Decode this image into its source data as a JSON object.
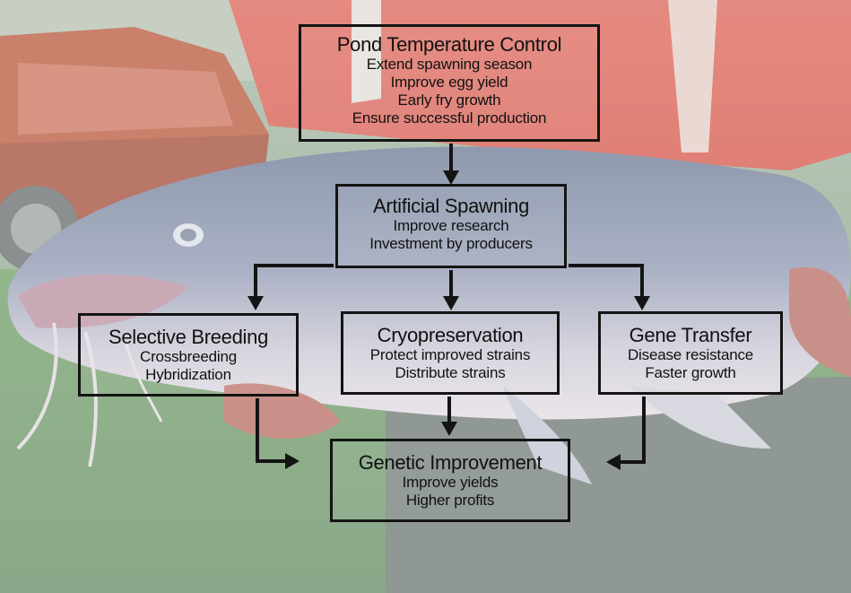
{
  "colors": {
    "line": "#141414"
  },
  "nodes": {
    "pond": {
      "title": "Pond Temperature Control",
      "lines": [
        "Extend spawning season",
        "Improve egg yield",
        "Early fry growth",
        "Ensure successful production"
      ]
    },
    "spawning": {
      "title": "Artificial Spawning",
      "lines": [
        "Improve research",
        "Investment by producers"
      ]
    },
    "selective": {
      "title": "Selective Breeding",
      "lines": [
        "Crossbreeding",
        "Hybridization"
      ]
    },
    "cryo": {
      "title": "Cryopreservation",
      "lines": [
        "Protect improved strains",
        "Distribute strains"
      ]
    },
    "gene": {
      "title": "Gene Transfer",
      "lines": [
        "Disease resistance",
        "Faster growth"
      ]
    },
    "genetic": {
      "title": "Genetic Improvement",
      "lines": [
        "Improve yields",
        "Higher profits"
      ]
    }
  }
}
